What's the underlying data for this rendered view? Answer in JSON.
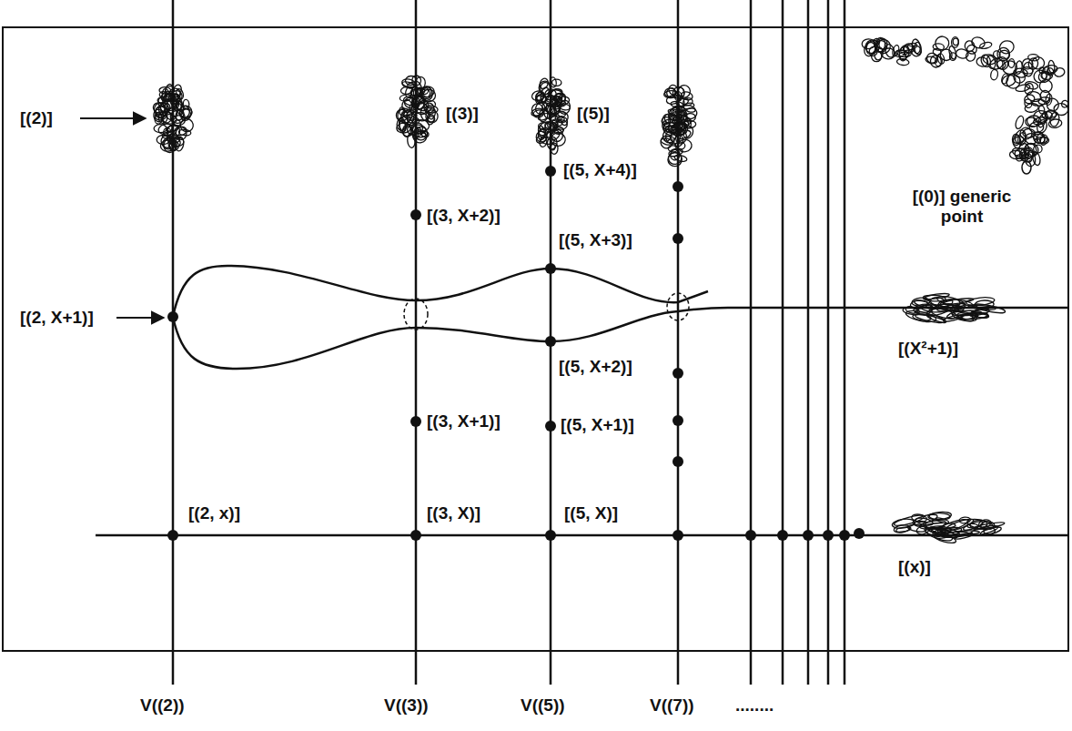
{
  "diagram": {
    "labels": [
      "[(2)]",
      "[(3)]",
      "[(5)]",
      "[(5, X+4)]",
      "[(3, X+2)]",
      "[(5, X+3)]",
      "[(2, X+1)]",
      "[(5, X+2)]",
      "[(X²+1)]",
      "[(3, X+1)]",
      "[(5, X+1)]",
      "[(2, x)]",
      "[(3, X)]",
      "[(5, X)]",
      "[(x)]",
      "[(0)] generic point",
      "V((2))",
      "V((3))",
      "V((5))",
      "V((7))",
      "........"
    ]
  }
}
